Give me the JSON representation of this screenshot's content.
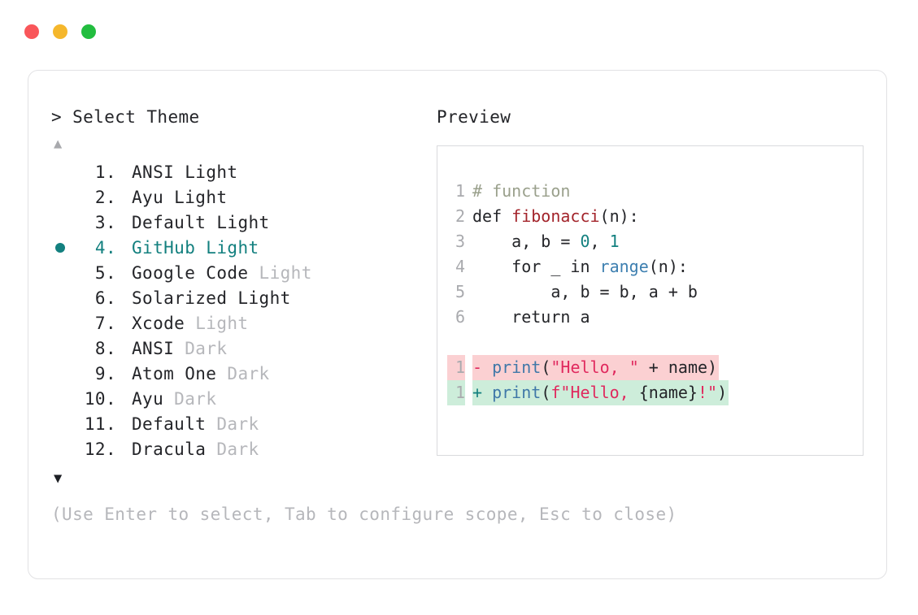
{
  "window": {
    "dots": [
      {
        "name": "close-dot",
        "color": "#f9565a"
      },
      {
        "name": "minimize-dot",
        "color": "#f5b72c"
      },
      {
        "name": "maximize-dot",
        "color": "#22bd3f"
      }
    ]
  },
  "selector": {
    "prompt": "> Select Theme",
    "scroll_up": "▲",
    "scroll_down": "▼",
    "selected_index": 4,
    "bullet": "●",
    "items": [
      {
        "index": "1.",
        "name": "ANSI",
        "suffix": "Light",
        "suffix_muted": false
      },
      {
        "index": "2.",
        "name": "Ayu",
        "suffix": "Light",
        "suffix_muted": false
      },
      {
        "index": "3.",
        "name": "Default",
        "suffix": "Light",
        "suffix_muted": false
      },
      {
        "index": "4.",
        "name": "GitHub",
        "suffix": "Light",
        "suffix_muted": false
      },
      {
        "index": "5.",
        "name": "Google Code",
        "suffix": "Light",
        "suffix_muted": true
      },
      {
        "index": "6.",
        "name": "Solarized",
        "suffix": "Light",
        "suffix_muted": false
      },
      {
        "index": "7.",
        "name": "Xcode",
        "suffix": "Light",
        "suffix_muted": true
      },
      {
        "index": "8.",
        "name": "ANSI",
        "suffix": "Dark",
        "suffix_muted": true
      },
      {
        "index": "9.",
        "name": "Atom One",
        "suffix": "Dark",
        "suffix_muted": true
      },
      {
        "index": "10.",
        "name": "Ayu",
        "suffix": "Dark",
        "suffix_muted": true
      },
      {
        "index": "11.",
        "name": "Default",
        "suffix": "Dark",
        "suffix_muted": true
      },
      {
        "index": "12.",
        "name": "Dracula",
        "suffix": "Dark",
        "suffix_muted": true
      }
    ],
    "footer_hint": "(Use Enter to select, Tab to configure scope, Esc to close)"
  },
  "preview": {
    "label": "Preview",
    "code_lines": [
      {
        "ln": "1",
        "segments": [
          {
            "t": "# function",
            "c": "tok-comment"
          }
        ]
      },
      {
        "ln": "2",
        "segments": [
          {
            "t": "def ",
            "c": "tok-plain"
          },
          {
            "t": "fibonacci",
            "c": "tok-func"
          },
          {
            "t": "(n):",
            "c": "tok-plain"
          }
        ]
      },
      {
        "ln": "3",
        "segments": [
          {
            "t": "    a, b = ",
            "c": "tok-plain"
          },
          {
            "t": "0",
            "c": "tok-num"
          },
          {
            "t": ", ",
            "c": "tok-plain"
          },
          {
            "t": "1",
            "c": "tok-num"
          }
        ]
      },
      {
        "ln": "4",
        "segments": [
          {
            "t": "    for _ in ",
            "c": "tok-plain"
          },
          {
            "t": "range",
            "c": "tok-builtin"
          },
          {
            "t": "(n):",
            "c": "tok-plain"
          }
        ]
      },
      {
        "ln": "5",
        "segments": [
          {
            "t": "        a, b = b, a + b",
            "c": "tok-plain"
          }
        ]
      },
      {
        "ln": "6",
        "segments": [
          {
            "t": "    return a",
            "c": "tok-plain"
          }
        ]
      }
    ],
    "diff_lines": [
      {
        "ln": "1",
        "kind": "del",
        "sign": "-",
        "segments": [
          {
            "t": "print",
            "c": "tok-call"
          },
          {
            "t": "(",
            "c": "tok-plain"
          },
          {
            "t": "\"Hello, \"",
            "c": "tok-str"
          },
          {
            "t": " + name)",
            "c": "tok-plain"
          }
        ]
      },
      {
        "ln": "1",
        "kind": "add",
        "sign": "+",
        "segments": [
          {
            "t": "print",
            "c": "tok-call"
          },
          {
            "t": "(",
            "c": "tok-plain"
          },
          {
            "t": "f\"Hello, ",
            "c": "tok-str"
          },
          {
            "t": "{name}",
            "c": "tok-plain"
          },
          {
            "t": "!\"",
            "c": "tok-str"
          },
          {
            "t": ")",
            "c": "tok-plain"
          }
        ]
      }
    ]
  }
}
